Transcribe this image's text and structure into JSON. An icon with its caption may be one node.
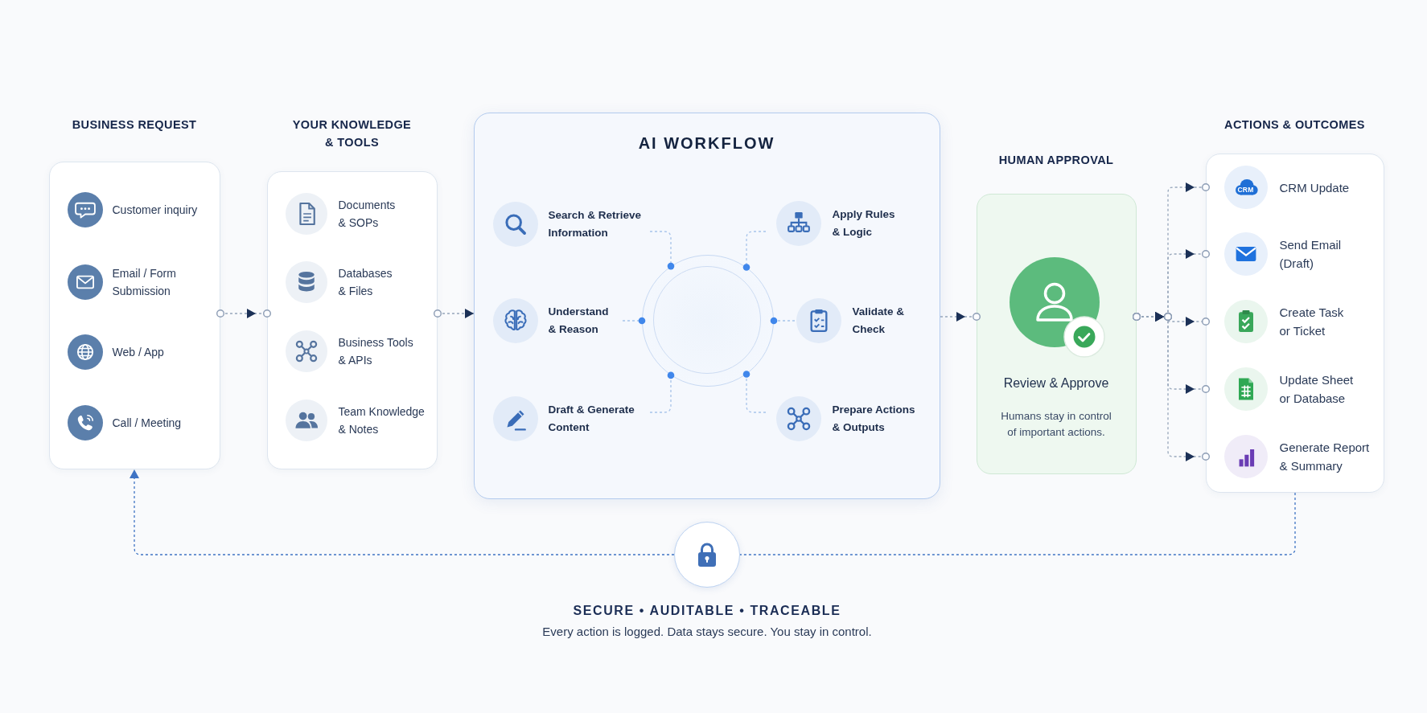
{
  "diagram": {
    "nodes": [
      {
        "text": [
          "BUSINESS REQUEST"
        ]
      },
      {
        "text": [
          "Customer inquiry"
        ],
        "in": 0
      },
      {
        "text": [
          "Email / Form Submission"
        ],
        "in": 0
      },
      {
        "text": [
          "Web / App"
        ],
        "in": 0
      },
      {
        "text": [
          "Call / Meeting"
        ],
        "in": 0
      },
      {
        "text": [
          "YOUR KNOWLEDGE & TOOLS"
        ]
      },
      {
        "text": [
          "Documents & SOPs"
        ],
        "in": 5
      },
      {
        "text": [
          "Databases & Files"
        ],
        "in": 5
      },
      {
        "text": [
          "Business Tools & APIs"
        ],
        "in": 5
      },
      {
        "text": [
          "Team Knowledge & Notes"
        ],
        "in": 5
      },
      {
        "text": [
          "AI WORKFLOW"
        ]
      },
      {
        "text": [
          "Search & Retrieve Information"
        ],
        "in": 10
      },
      {
        "text": [
          "Apply Rules & Logic"
        ],
        "in": 10
      },
      {
        "text": [
          "Understand & Reason"
        ],
        "in": 10
      },
      {
        "text": [],
        "shape": "circle",
        "in": 10
      },
      {
        "text": [
          "Validate & Check"
        ],
        "in": 10
      },
      {
        "text": [
          "Draft & Generate Content"
        ],
        "in": 10
      },
      {
        "text": [
          "Prepare Actions & Outputs"
        ],
        "in": 10
      },
      {
        "text": [
          "HUMAN APPROVAL",
          "Review & Approve",
          "Humans stay in control of important actions."
        ]
      },
      {
        "text": [
          "ACTIONS & OUTCOMES"
        ]
      },
      {
        "text": [
          "CRM",
          "CRM Update"
        ],
        "in": 19
      },
      {
        "text": [
          "Send Email (Draft)"
        ],
        "in": 19
      },
      {
        "text": [
          "Create Task or Ticket"
        ],
        "in": 19
      },
      {
        "text": [
          "Update Sheet or Database"
        ],
        "in": 19
      },
      {
        "text": [
          "Generate Report & Summary"
        ],
        "in": 19
      },
      {
        "text": [],
        "shape": "circle"
      }
    ],
    "edges": [
      {
        "from": 0,
        "to": 5,
        "arrow": "to",
        "style": "dashed"
      },
      {
        "from": 5,
        "to": 10,
        "arrow": "to",
        "style": "dashed"
      },
      {
        "from": 11,
        "to": 14,
        "arrow": "other",
        "style": "dashed",
        "color": "#a7c3ea"
      },
      {
        "from": 12,
        "to": 14,
        "arrow": "other",
        "style": "dashed",
        "color": "#a7c3ea"
      },
      {
        "from": 13,
        "to": 14,
        "arrow": "other",
        "style": "dashed",
        "color": "#a7c3ea"
      },
      {
        "from": 15,
        "to": 14,
        "arrow": "other",
        "style": "dashed",
        "color": "#a7c3ea"
      },
      {
        "from": 16,
        "to": 14,
        "arrow": "other",
        "style": "dashed",
        "color": "#a7c3ea"
      },
      {
        "from": 17,
        "to": 14,
        "arrow": "other",
        "style": "dashed",
        "color": "#a7c3ea"
      },
      {
        "from": 10,
        "to": 18,
        "arrow": "to",
        "style": "dashed"
      },
      {
        "from": 18,
        "to": 20,
        "arrow": "to",
        "style": "dashed"
      },
      {
        "from": 18,
        "to": 21,
        "arrow": "to",
        "style": "dashed"
      },
      {
        "from": 18,
        "to": 22,
        "arrow": "to",
        "style": "dashed"
      },
      {
        "from": 18,
        "to": 23,
        "arrow": "to",
        "style": "dashed"
      },
      {
        "from": 18,
        "to": 24,
        "arrow": "to",
        "style": "dashed"
      },
      {
        "from": 19,
        "to": 25,
        "arrow": "none",
        "style": "dashed",
        "color": "#3f74c4"
      },
      {
        "from": 25,
        "to": 0,
        "arrow": "to",
        "style": "dashed",
        "color": "#3f74c4"
      }
    ],
    "labels": [
      "SECURE • AUDITABLE • TRACEABLE",
      "Every action is logged. Data stays secure. You stay in control."
    ]
  }
}
